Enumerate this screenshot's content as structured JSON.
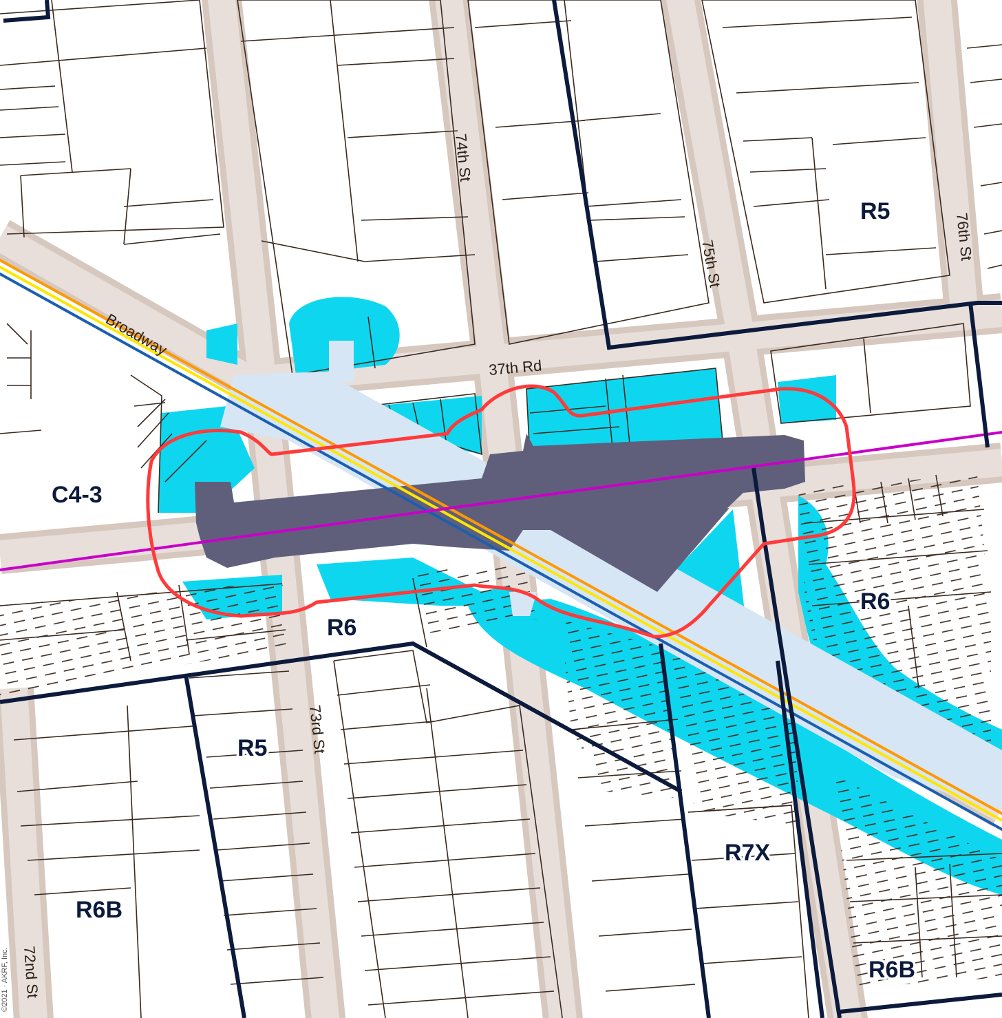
{
  "streets": {
    "broadway": "Broadway",
    "rd37": "37th Rd",
    "st73": "73rd St",
    "st74": "74th St",
    "st75": "75th St",
    "st76": "76th St",
    "st72": "72nd St"
  },
  "zones": {
    "c43": "C4-3",
    "r5_top": "R5",
    "r6_mid": "R6",
    "r6_right": "R6",
    "r5_bottom": "R5",
    "r6b_left": "R6B",
    "r7x": "R7X",
    "r6b_right": "R6B"
  },
  "credit": "©2021 · AKRF, Inc.",
  "colors": {
    "street": "#e8dfdb",
    "sidewalk": "#d6c8be",
    "lot_line": "#3a2a20",
    "zoning_boundary": "#0c1a3c",
    "water_cyan": "#0fd6ef",
    "station_footprint": "#5f5f7c",
    "el_structure": "#d6e6f5",
    "study_area": "#ff3a3a",
    "line_orange": "#ff9900",
    "line_yellow": "#ffe600",
    "line_blue": "#1a5fb0",
    "line_purple": "#c800c8"
  }
}
